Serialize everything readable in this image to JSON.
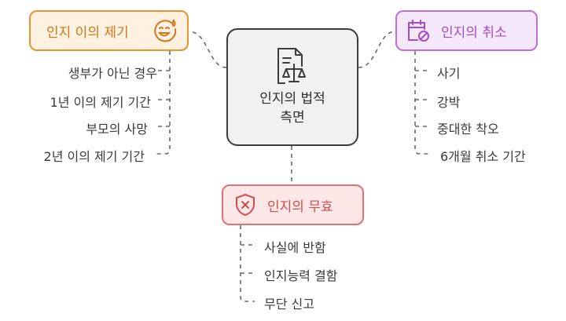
{
  "center": {
    "title_line1": "인지의 법적",
    "title_line2": "측면",
    "icon": "legal-document-scales-icon"
  },
  "branches": {
    "left": {
      "title": "인지 이의 제기",
      "icon": "face-with-sweat-icon",
      "color": "#e5952c",
      "items": [
        "생부가 아닌 경우",
        "1년 이의 제기 기간",
        "부모의 사망",
        "2년 이의 제기 기간"
      ]
    },
    "right": {
      "title": "인지의 취소",
      "icon": "calendar-cancel-icon",
      "color": "#bd6fe0",
      "items": [
        "사기",
        "강박",
        "중대한 착오",
        "6개월 취소 기간"
      ]
    },
    "bottom": {
      "title": "인지의 무효",
      "icon": "shield-x-icon",
      "color": "#e27171",
      "items": [
        "사실에 반함",
        "인지능력 결함",
        "무단 신고"
      ]
    }
  }
}
